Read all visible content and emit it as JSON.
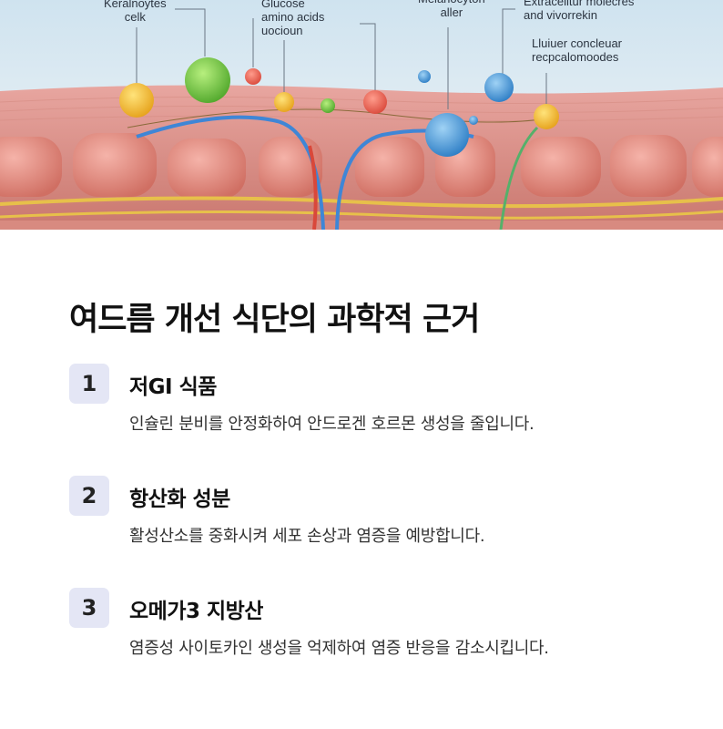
{
  "hero": {
    "labels": {
      "keratinocytes": "Keralnoytes\ncelk",
      "glucose": "Glucose\namino acids\nuocioun",
      "melanocyte": "Melanocyton\naller",
      "extracellular": "Extracelitur molecres\nand vivorrekin",
      "receptor": "Lluiuer concleuar\nrecpcalomoodes"
    }
  },
  "article": {
    "title": "여드름 개선 식단의 과학적 근거",
    "items": [
      {
        "number": "1",
        "title": "저GI 식품",
        "description": "인슐린 분비를 안정화하여 안드로겐 호르몬 생성을 줄입니다."
      },
      {
        "number": "2",
        "title": "항산화 성분",
        "description": "활성산소를 중화시켜 세포 손상과 염증을 예방합니다."
      },
      {
        "number": "3",
        "title": "오메가3 지방산",
        "description": "염증성 사이토카인 생성을 억제하여 염증 반응을 감소시킵니다."
      }
    ]
  },
  "colors": {
    "badge_bg": "#e4e6f5",
    "title_text": "#111111",
    "desc_text": "#333333"
  }
}
